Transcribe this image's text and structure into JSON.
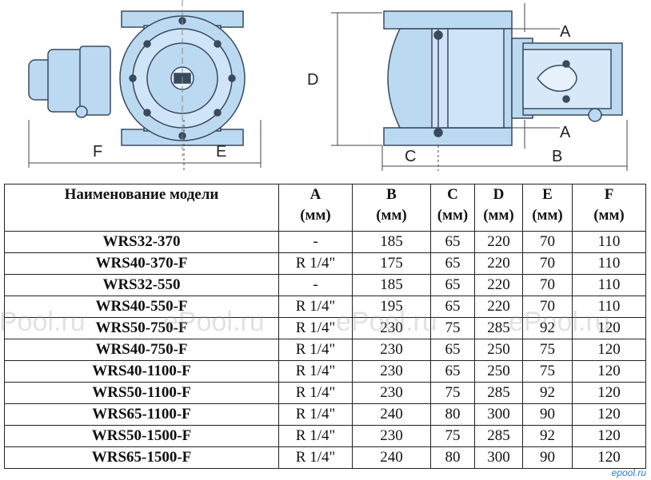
{
  "drawing": {
    "left_labels": {
      "f": "F",
      "e": "E"
    },
    "right_labels": {
      "d": "D",
      "a_top": "A",
      "a_bottom": "A",
      "c": "C",
      "b": "B"
    },
    "colors": {
      "body": "#bcd9f2",
      "outline": "#3a4a5c",
      "dim": "#444444"
    }
  },
  "table": {
    "headers": [
      {
        "name": "Наименование модели",
        "unit": ""
      },
      {
        "name": "A",
        "unit": "(мм)"
      },
      {
        "name": "B",
        "unit": "(мм)"
      },
      {
        "name": "C",
        "unit": "(мм)"
      },
      {
        "name": "D",
        "unit": "(мм)"
      },
      {
        "name": "E",
        "unit": "(мм)"
      },
      {
        "name": "F",
        "unit": "(мм)"
      }
    ],
    "rows": [
      [
        "WRS32-370",
        "-",
        "185",
        "65",
        "220",
        "70",
        "110"
      ],
      [
        "WRS40-370-F",
        "R 1/4\"",
        "175",
        "65",
        "220",
        "70",
        "110"
      ],
      [
        "WRS32-550",
        "-",
        "185",
        "65",
        "220",
        "70",
        "110"
      ],
      [
        "WRS40-550-F",
        "R 1/4\"",
        "195",
        "65",
        "220",
        "70",
        "110"
      ],
      [
        "WRS50-750-F",
        "R 1/4\"",
        "230",
        "75",
        "285",
        "92",
        "120"
      ],
      [
        "WRS40-750-F",
        "R 1/4\"",
        "230",
        "65",
        "250",
        "75",
        "120"
      ],
      [
        "WRS40-1100-F",
        "R 1/4\"",
        "230",
        "65",
        "250",
        "75",
        "120"
      ],
      [
        "WRS50-1100-F",
        "R 1/4\"",
        "230",
        "75",
        "285",
        "92",
        "120"
      ],
      [
        "WRS65-1100-F",
        "R 1/4\"",
        "240",
        "80",
        "300",
        "90",
        "120"
      ],
      [
        "WRS50-1500-F",
        "R 1/4\"",
        "230",
        "75",
        "285",
        "92",
        "120"
      ],
      [
        "WRS65-1500-F",
        "R 1/4\"",
        "240",
        "80",
        "300",
        "90",
        "120"
      ]
    ]
  },
  "watermark": {
    "text": "ePool.ru"
  },
  "logo": {
    "text": "epool.ru"
  }
}
